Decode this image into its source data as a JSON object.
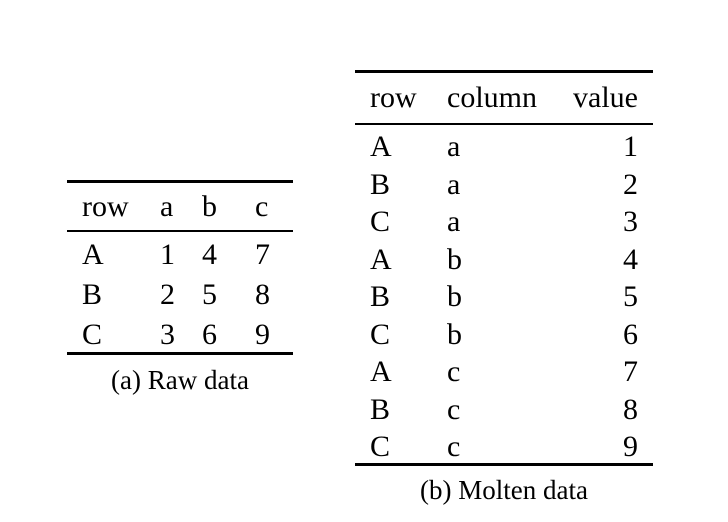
{
  "page": {
    "background_color": "#ffffff",
    "text_color": "#000000",
    "rule_color": "#000000"
  },
  "figures": [
    {
      "caption": "(a) Raw data",
      "headers": [
        "row",
        "a",
        "b",
        "c"
      ],
      "align": [
        "left",
        "left",
        "left",
        "left"
      ],
      "rows": [
        [
          "A",
          1,
          4,
          7
        ],
        [
          "B",
          2,
          5,
          8
        ],
        [
          "C",
          3,
          6,
          9
        ]
      ]
    },
    {
      "caption": "(b) Molten data",
      "headers": [
        "row",
        "column",
        "value"
      ],
      "align": [
        "left",
        "left",
        "right"
      ],
      "rows": [
        [
          "A",
          "a",
          1
        ],
        [
          "B",
          "a",
          2
        ],
        [
          "C",
          "a",
          3
        ],
        [
          "A",
          "b",
          4
        ],
        [
          "B",
          "b",
          5
        ],
        [
          "C",
          "b",
          6
        ],
        [
          "A",
          "c",
          7
        ],
        [
          "B",
          "c",
          8
        ],
        [
          "C",
          "c",
          9
        ]
      ]
    }
  ]
}
